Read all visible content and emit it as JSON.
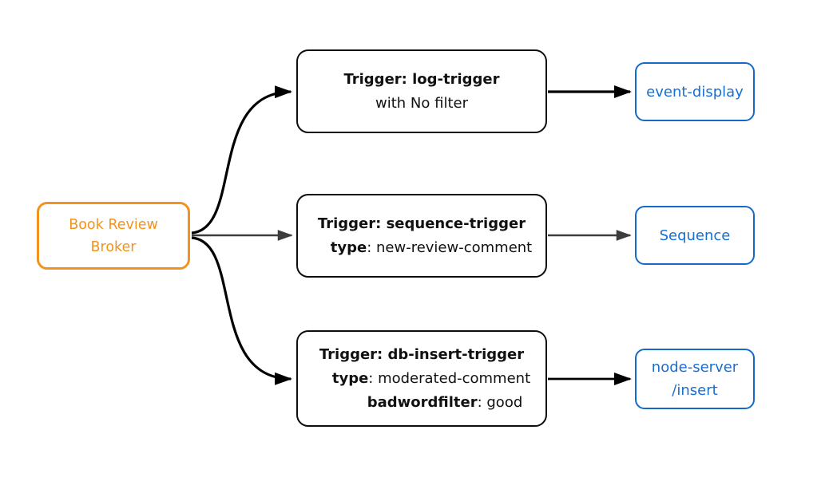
{
  "colors": {
    "broker_orange": "#F0941F",
    "sink_blue": "#1569C7",
    "edge_black": "#000000",
    "edge_gray": "#3D3D3D",
    "background": "#FFFFFF"
  },
  "broker": {
    "line1": "Book Review",
    "line2": "Broker"
  },
  "triggers": [
    {
      "title": "Trigger: log-trigger",
      "detail1_key": "",
      "detail1_value": "with No filter"
    },
    {
      "title": "Trigger: sequence-trigger",
      "detail1_key": "type",
      "detail1_value": ": new-review-comment"
    },
    {
      "title": "Trigger: db-insert-trigger",
      "detail1_key": "type",
      "detail1_value": ": moderated-comment",
      "detail2_key": "badwordfilter",
      "detail2_value": ": good"
    }
  ],
  "sinks": [
    {
      "line1": "event-display"
    },
    {
      "line1": "Sequence"
    },
    {
      "line1": "node-server",
      "line2": "/insert"
    }
  ]
}
